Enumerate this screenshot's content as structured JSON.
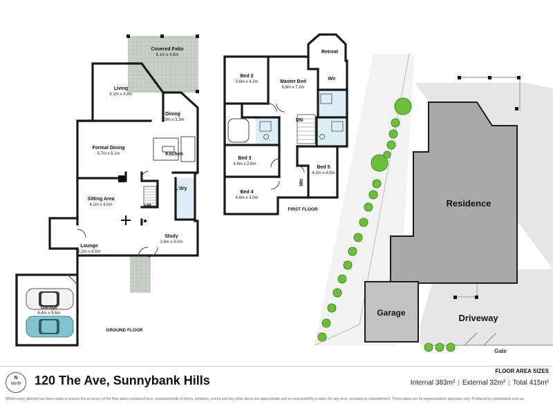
{
  "rooms": {
    "covered_patio": {
      "name": "Covered Patio",
      "dim": "6.1m x 4.8m"
    },
    "living": {
      "name": "Living",
      "dim": "6.1m x 4.9m"
    },
    "dining": {
      "name": "Dining",
      "dim": "3.9m x 3.3m"
    },
    "formal_dining": {
      "name": "Formal Dining",
      "dim": "5.7m x 5.1m"
    },
    "kitchen": {
      "name": "Kitchen"
    },
    "laundry": {
      "name": "L'dry"
    },
    "sitting_area": {
      "name": "Sitting Area",
      "dim": "4.2m x 4.0m"
    },
    "study": {
      "name": "Study",
      "dim": "3.8m x 3.0m"
    },
    "lounge": {
      "name": "Lounge",
      "dim": "6.2m x 4.5m"
    },
    "garage": {
      "name": "Garage",
      "dim": "6.4m x 5.5m"
    },
    "bed2": {
      "name": "Bed 2",
      "dim": "3.6m x 4.2m"
    },
    "master_bed": {
      "name": "Master Bed",
      "dim": "6.9m x 7.2m"
    },
    "retreat": {
      "name": "Retreat"
    },
    "wir1": {
      "name": "Wir"
    },
    "wir2": {
      "name": "Wir"
    },
    "bed3": {
      "name": "Bed 3",
      "dim": "4.6m x 2.9m"
    },
    "bed4": {
      "name": "Bed 4",
      "dim": "4.6m x 3.0m"
    },
    "bed5": {
      "name": "Bed 5",
      "dim": "4.2m x 4.0m"
    }
  },
  "labels": {
    "up": "UP",
    "dn": "DN",
    "ground_floor": "GROUND FLOOR",
    "first_floor": "FIRST FLOOR"
  },
  "site": {
    "residence": "Residence",
    "garage": "Garage",
    "driveway": "Driveway",
    "gate": "Gate"
  },
  "footer": {
    "compass_n": "N",
    "compass_label": "North",
    "address": "120 The Ave, Sunnybank Hills",
    "floor_area_title": "FLOOR AREA SIZES",
    "internal": "Internal 383m²",
    "external": "External 32m²",
    "total": "Total 415m²",
    "disclaimer": "Whilst every attempt has been made to ensure the accuracy of the floor plans contained here, measurements of doors, windows, rooms and any other items are approximate and no responsibility is taken for any error, omission or misstatement. These plans are for representation purposes only. Produced by primepixels.com.au"
  },
  "colors": {
    "wall": "#1a1a1a",
    "patio_tile": "#c9cfc7",
    "bathroom": "#dbeef5",
    "residence_fill": "#a9a9a9",
    "garage_fill": "#c2c2c2",
    "driveway_fill": "#e6e6e6",
    "hedge": "#6cbf3a",
    "hedge_dark": "#3f8f1f",
    "car_white": "#f3f3f3",
    "car_teal": "#7fc4cf"
  }
}
